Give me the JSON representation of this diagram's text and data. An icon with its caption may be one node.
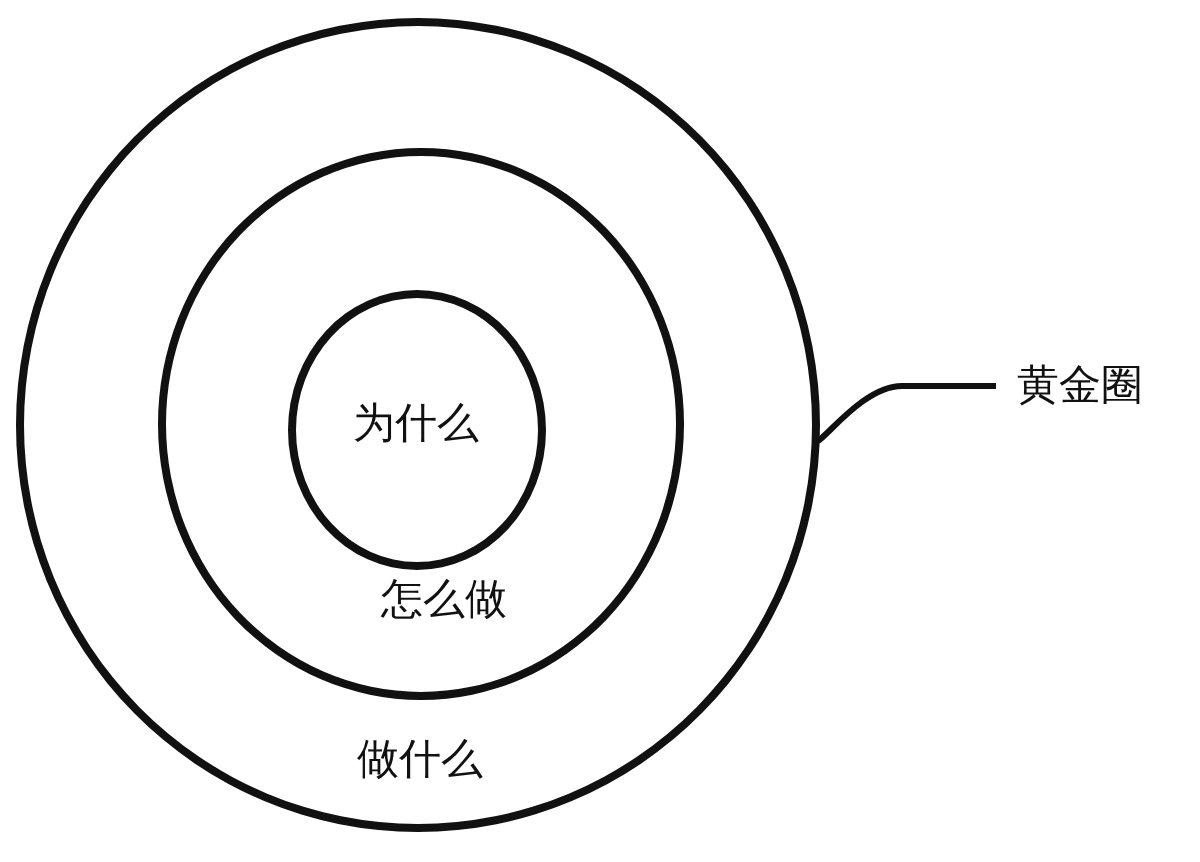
{
  "diagram": {
    "nodes": [
      {
        "text": [
          "做什么"
        ]
      },
      {
        "text": [
          "怎么做"
        ],
        "in": 0
      },
      {
        "text": [
          "为什么"
        ],
        "in": 1
      },
      {
        "text": [
          "黄金圈"
        ]
      }
    ],
    "edges": [
      {
        "from": 3,
        "to": 0,
        "arrow": "none"
      }
    ]
  }
}
